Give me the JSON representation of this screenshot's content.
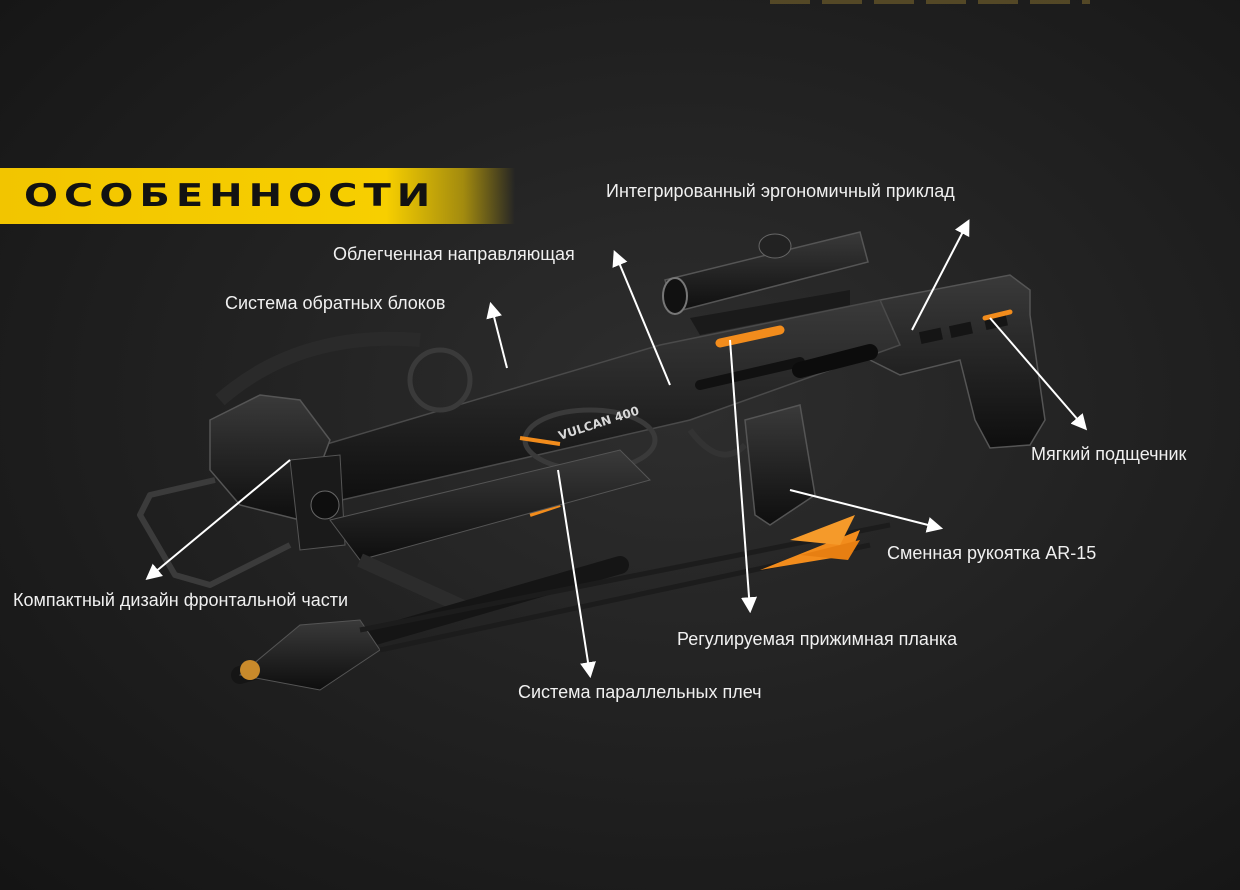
{
  "heading": "ОСОБЕННОСТИ",
  "features": {
    "stock": "Интегрированный эргономичный приклад",
    "rail": "Облегченная направляющая",
    "cams": "Система обратных блоков",
    "cheek_rest": "Мягкий подщечник",
    "grip": "Сменная рукоятка AR-15",
    "front": "Компактный дизайн фронтальной части",
    "retention": "Регулируемая прижимная планка",
    "limbs": "Система параллельных плеч"
  },
  "product_marking": "VULCAN 400",
  "colors": {
    "accent_yellow": "#F5C800",
    "accent_orange": "#F28C1C",
    "background": "#1D1D1D",
    "label_text": "#F0F0F0"
  }
}
